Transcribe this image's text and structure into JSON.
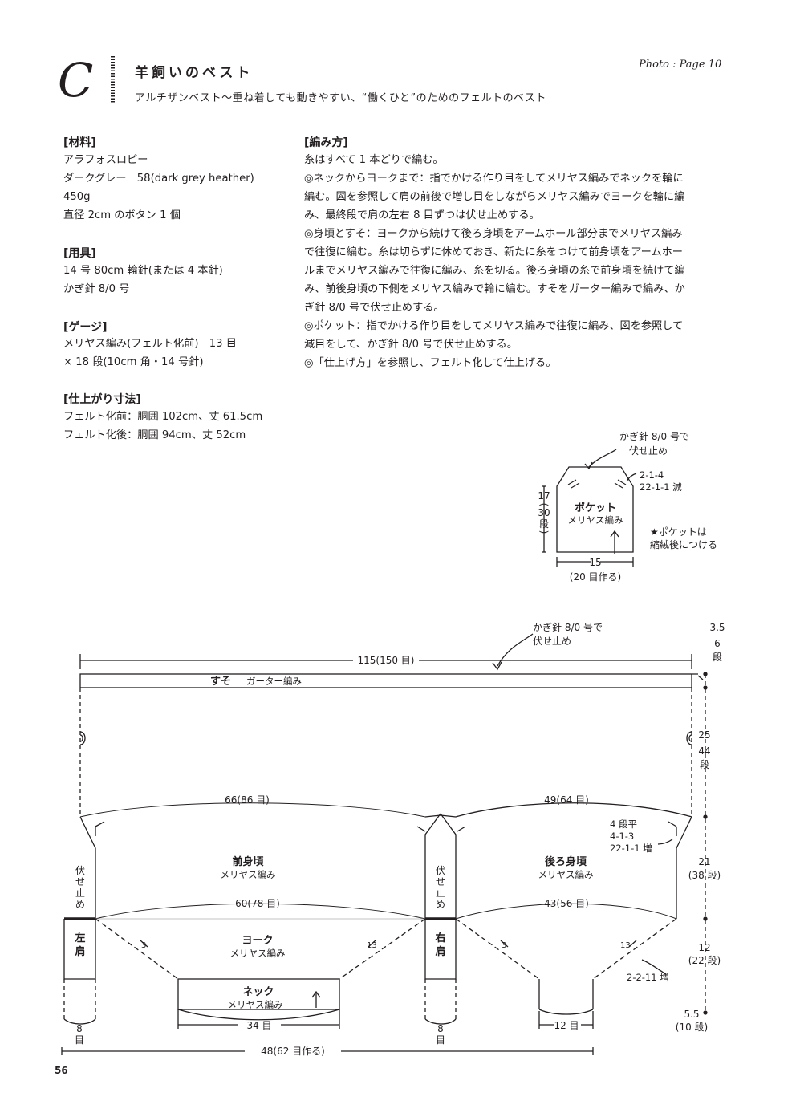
{
  "header": {
    "letter": "C",
    "title": "羊飼いのベスト",
    "subtitle": "アルチザンベスト〜重ね着しても動きやすい、“働くひと”のためのフェルトのベスト",
    "photo_ref": "Photo : Page 10"
  },
  "materials": {
    "heading": "[材料]",
    "lines": [
      "アラフォスロピー",
      "ダークグレー　58(dark grey heather)",
      "450g",
      "直径 2cm のボタン 1 個"
    ]
  },
  "tools": {
    "heading": "[用具]",
    "lines": [
      "14 号 80cm 輪針(または 4 本針)",
      "かぎ針 8/0 号"
    ]
  },
  "gauge": {
    "heading": "[ゲージ]",
    "lines": [
      "メリヤス編み(フェルト化前)　13 目",
      "× 18 段(10cm 角・14 号針)"
    ]
  },
  "finished": {
    "heading": "[仕上がり寸法]",
    "lines": [
      "フェルト化前：胴囲 102cm、丈 61.5cm",
      "フェルト化後：胴囲 94cm、丈 52cm"
    ]
  },
  "method": {
    "heading": "[編み方]",
    "lines": [
      "糸はすべて 1 本どりで編む。",
      "◎ネックからヨークまで：指でかける作り目をしてメリヤス編みでネックを輪に",
      "編む。図を参照して肩の前後で増し目をしながらメリヤス編みでヨークを輪に編",
      "み、最終段で肩の左右 8 目ずつは伏せ止めする。",
      "◎身頃とすそ：ヨークから続けて後ろ身頃をアームホール部分までメリヤス編み",
      "で往復に編む。糸は切らずに休めておき、新たに糸をつけて前身頃をアームホー",
      "ルまでメリヤス編みで往復に編み、糸を切る。後ろ身頃の糸で前身頃を続けて編",
      "み、前後身頃の下側をメリヤス編みで輪に編む。すそをガーター編みで編み、か",
      "ぎ針 8/0 号で伏せ止めする。",
      "◎ポケット：指でかける作り目をしてメリヤス編みで往復に編み、図を参照して",
      "減目をして、かぎ針 8/0 号で伏せ止めする。",
      "◎「仕上げ方」を参照し、フェルト化して仕上げる。"
    ]
  },
  "pocket_diagram": {
    "bindoff_note": [
      "かぎ針 8/0 号で",
      "伏せ止め"
    ],
    "decrease_note": [
      "2-1-4",
      "22-1-1 減"
    ],
    "height": "17",
    "height_rows": [
      "(",
      "30",
      "段",
      ")"
    ],
    "label": "ポケット",
    "sublabel": "メリヤス編み",
    "attach_note": [
      "★ポケットは",
      "縮絨後につける"
    ],
    "width": "15",
    "cast_on": "(20 目作る)"
  },
  "body_diagram": {
    "bindoff_note": [
      "かぎ針 8/0 号で",
      "伏せ止め"
    ],
    "hem_height": [
      "3.5",
      "(",
      "6",
      "段",
      ")"
    ],
    "hem_width": "115(150 目)",
    "hem_label": "すそ",
    "hem_stitch": "ガーター編み",
    "lower_height": [
      "25",
      "(",
      "44",
      "段",
      ")"
    ],
    "front_width": "66(86 目)",
    "back_width": "49(64 目)",
    "shaping_note": [
      "4 段平",
      "4-1-3",
      "22-1-1 増"
    ],
    "armhole_height": [
      "21",
      "(38 段)"
    ],
    "bindoff_vertical": [
      "伏",
      "せ",
      "止",
      "め"
    ],
    "front_label": "前身頃",
    "front_stitch": "メリヤス編み",
    "back_label": "後ろ身頃",
    "back_stitch": "メリヤス編み",
    "front_yoke_width": "60(78 目)",
    "back_yoke_width": "43(56 目)",
    "left_shoulder": [
      "左",
      "肩"
    ],
    "right_shoulder": [
      "右",
      "肩"
    ],
    "yoke_label": "ヨーク",
    "yoke_stitch": "メリヤス編み",
    "mark_3_left": "3",
    "mark_13_left": "13",
    "mark_3_right": "3",
    "mark_13_right": "13",
    "yoke_height": [
      "12",
      "(22 段)"
    ],
    "increase_note": "2-2-11 増",
    "neck_label": "ネック",
    "neck_stitch": "メリヤス編み",
    "neck_front_width": "34 目",
    "neck_back_width": "12 目",
    "neck_height": [
      "5.5",
      "(10 段)"
    ],
    "shoulder_stitches_left": [
      "8",
      "目"
    ],
    "shoulder_stitches_right": [
      "8",
      "目"
    ],
    "total_cast_on": "48(62 目作る)"
  },
  "page_number": "56"
}
